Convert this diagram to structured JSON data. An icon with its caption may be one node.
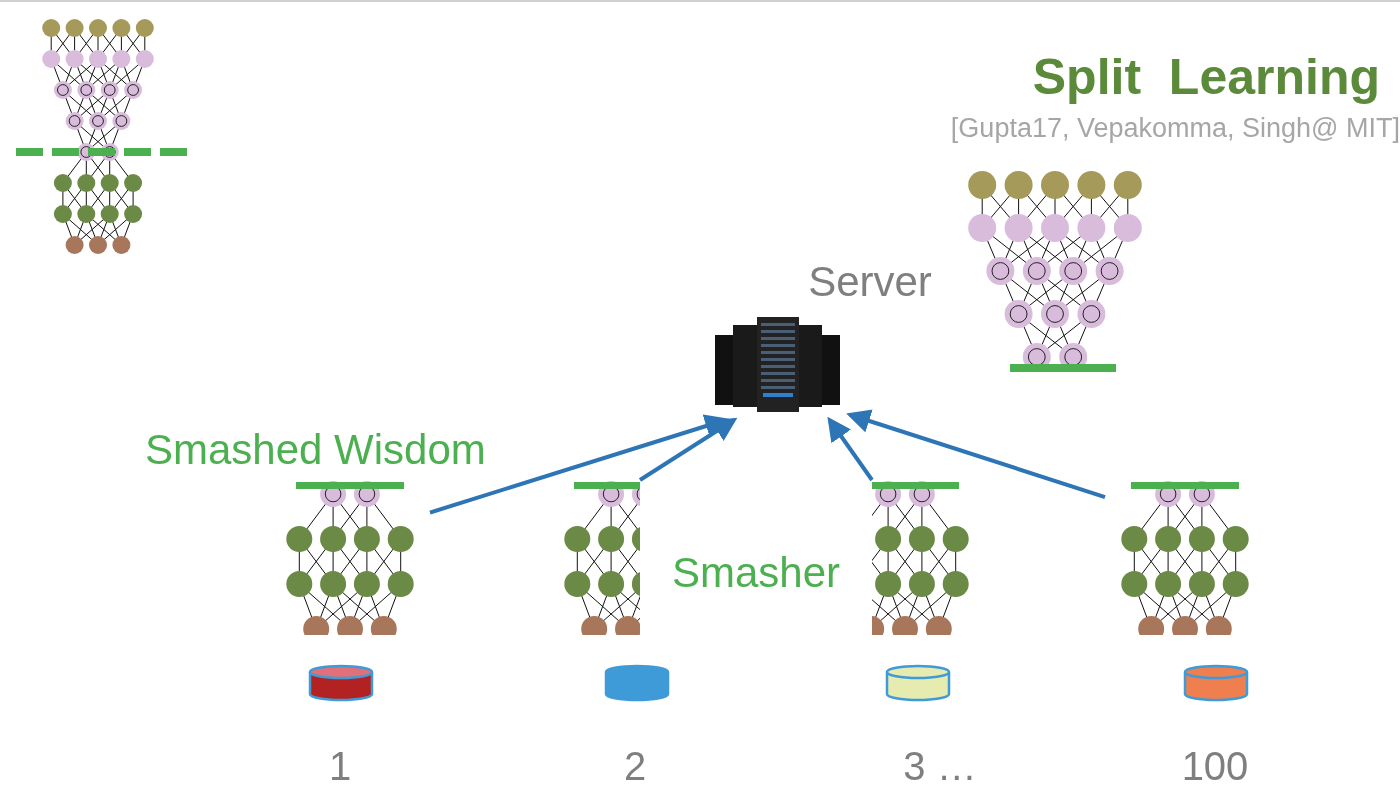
{
  "diagram": {
    "title": "Split  Learning",
    "nodes": [
      {
        "text": [],
        "shape": "picture",
        "beside": [
          "Server"
        ]
      },
      {
        "text": [],
        "shape": "picture"
      },
      {
        "text": [],
        "shape": "picture"
      },
      {
        "text": [],
        "shape": "picture"
      },
      {
        "text": [],
        "shape": "picture"
      },
      {
        "text": [],
        "shape": "cylinder",
        "beside": [
          "1"
        ]
      },
      {
        "text": [],
        "shape": "cylinder",
        "beside": [
          "2"
        ]
      },
      {
        "text": [],
        "shape": "cylinder",
        "beside": [
          "3 …"
        ]
      },
      {
        "text": [],
        "shape": "cylinder",
        "beside": [
          "100"
        ]
      }
    ],
    "edges": [
      {
        "from": 1,
        "to": 0,
        "arrow": "to"
      },
      {
        "from": 2,
        "to": 0,
        "arrow": "to"
      },
      {
        "from": 3,
        "to": 0,
        "arrow": "to"
      },
      {
        "from": 4,
        "to": 0,
        "arrow": "to"
      }
    ],
    "labels": [
      "[Gupta17, Vepakomma, Singh@ MIT]",
      "Smashed Wisdom",
      "Smasher"
    ]
  }
}
